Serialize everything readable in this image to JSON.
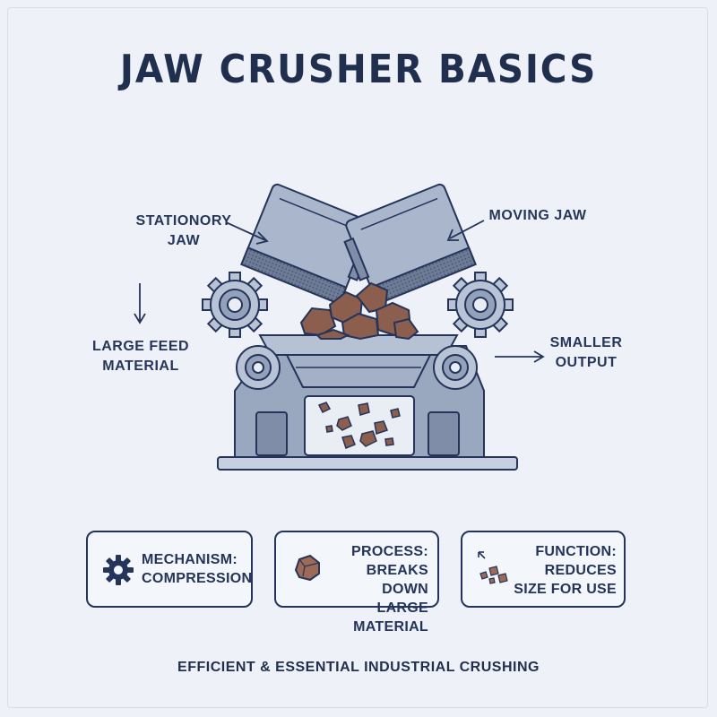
{
  "title": "JAW CRUSHER BASICS",
  "labels": {
    "stationary_jaw": "STATIONORY\nJAW",
    "moving_jaw": "MOVING JAW",
    "feed": "LARGE FEED\nMATERIAL",
    "output": "SMALLER\nOUTPUT"
  },
  "cards": [
    {
      "icon": "gear-icon",
      "text": "MECHANISM:\nCOMPRESSION"
    },
    {
      "icon": "rock-icon",
      "text": "PROCESS:\nBREAKS DOWN\nLARGE MATERIAL"
    },
    {
      "icon": "small-rocks-icon",
      "text": "FUNCTION:\nREDUCES\nSIZE FOR USE"
    }
  ],
  "tagline": "EFFICIENT & ESSENTIAL INDUSTRIAL CRUSHING",
  "colors": {
    "background": "#eef2f8",
    "ink": "#1f2f4d",
    "metal": "#a9b6cc",
    "metal_dark": "#7f8da8",
    "rock": "#8b5e4e"
  }
}
